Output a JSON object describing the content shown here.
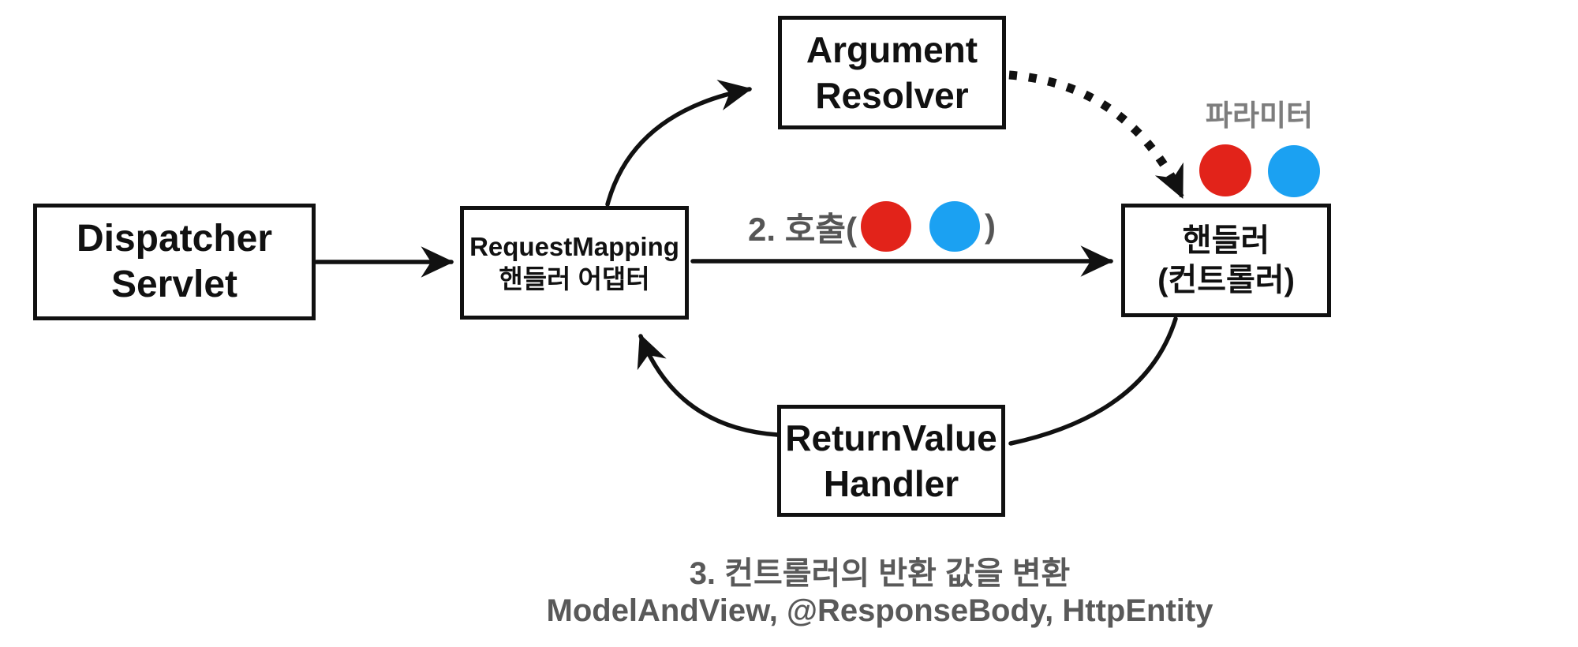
{
  "colors": {
    "red": "#e2231a",
    "blue": "#1ba1f2",
    "line": "#111111",
    "gray_label": "#7d7d7d",
    "gray_text": "#595959"
  },
  "boxes": {
    "dispatcher": {
      "line1": "Dispatcher",
      "line2": "Servlet"
    },
    "adapter": {
      "line1": "RequestMapping",
      "line2": "핸들러 어댑터"
    },
    "argument_resolver": {
      "line1": "Argument",
      "line2": "Resolver"
    },
    "handler": {
      "line1": "핸들러",
      "line2": "(컨트롤러)"
    },
    "return_value": {
      "line1": "ReturnValue",
      "line2": "Handler"
    }
  },
  "labels": {
    "parameter": "파라미터",
    "call_prefix": "2. 호출(",
    "call_suffix": ")",
    "step3": "3. 컨트롤러의 반환 값을 변환",
    "return_types": "ModelAndView, @ResponseBody, HttpEntity"
  }
}
